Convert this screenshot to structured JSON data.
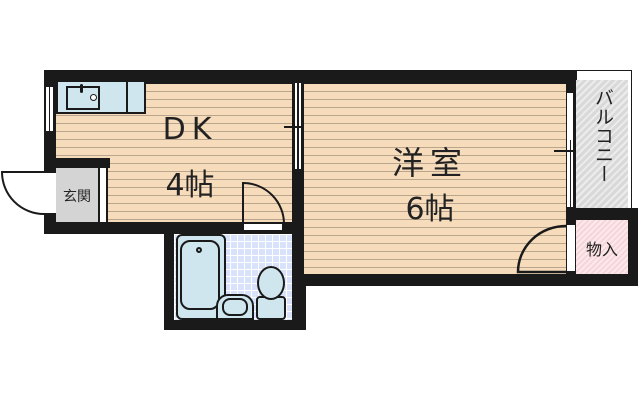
{
  "floorplan": {
    "rooms": {
      "dk": {
        "name": "DK",
        "size": "4帖"
      },
      "western": {
        "name": "洋室",
        "size": "6帖"
      },
      "entrance": {
        "name": "玄関"
      },
      "balcony": {
        "name": "バルコニー"
      },
      "storage": {
        "name": "物入"
      }
    },
    "colors": {
      "floor": "#f7dcbc",
      "wall": "#1a1a1a",
      "fixture": "#cfe6ef",
      "tile": "#d8e2fb",
      "balcony": "#d9d9d9",
      "storage": "#f6d6da",
      "entrance": "#d4d4d4"
    }
  }
}
